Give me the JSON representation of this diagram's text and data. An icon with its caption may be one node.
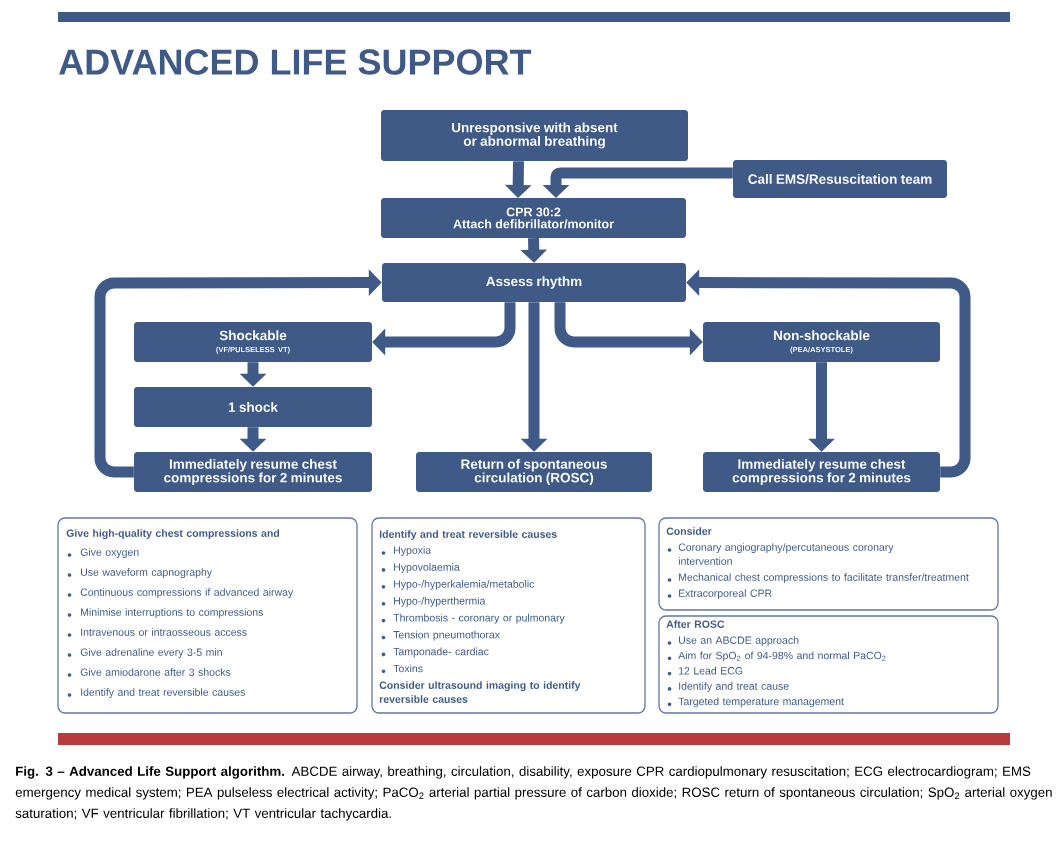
{
  "diagram": {
    "title": "ADVANCED LIFE SUPPORT",
    "caption": "**Fig. 3 – Advanced Life Support algorithm.** ABCDE airway, breathing, circulation, disability, exposure CPR cardiopulmonary resuscitation; ECG electrocardiogram; EMS emergency medical system; PEA pulseless electrical activity; PaCO$_{2}$ arterial partial pressure of carbon dioxide; ROSC return of spontaneous circulation; SpO$_{2}$ arterial oxygen saturation; VF ventricular fibrillation; VT ventricular tachycardia.",
    "nodes": [
      {
        "text": [
          "Unresponsive with absent or abnormal breathing"
        ]
      },
      {
        "text": [
          "Call EMS/Resuscitation team"
        ]
      },
      {
        "text": [
          "CPR 30:2",
          "Attach defibrillator/monitor"
        ]
      },
      {
        "text": [
          "Assess rhythm"
        ]
      },
      {
        "text": [
          "Shockable",
          "(VF/PULSELESS VT)"
        ]
      },
      {
        "text": [
          "1 shock"
        ]
      },
      {
        "text": [
          "Immediately resume chest compressions for 2 minutes"
        ]
      },
      {
        "text": [
          "Return of spontaneous circulation (ROSC)"
        ]
      },
      {
        "text": [
          "Non-shockable",
          "(PEA/ASYSTOLE)"
        ]
      },
      {
        "text": [
          "Immediately resume chest compressions for 2 minutes"
        ]
      },
      {
        "text": [
          "Give high-quality chest compressions and",
          "Give oxygen",
          "Use waveform capnography",
          "Continuous compressions if advanced airway",
          "Minimise interruptions to compressions",
          "Intravenous or intraosseous access",
          "Give adrenaline every 3-5 min",
          "Give amiodarone after 3 shocks",
          "Identify and treat reversible causes"
        ]
      },
      {
        "text": [
          "Identify and treat reversible causes",
          "Hypoxia",
          "Hypovolaemia",
          "Hypo-/hyperkalemia/metabolic",
          "Hypo-/hyperthermia",
          "Thrombosis - coronary or pulmonary",
          "Tension pneumothorax",
          "Tamponade- cardiac",
          "Toxins",
          "Consider ultrasound imaging to identify reversible causes"
        ]
      },
      {
        "text": [
          "Consider",
          "Coronary angiography/percutaneous coronary intervention",
          "Mechanical chest compressions to facilitate transfer/treatment",
          "Extracorporeal CPR"
        ]
      },
      {
        "text": [
          "After ROSC",
          "Use an ABCDE approach",
          "Aim for SpO$_{2}$ of 94-98% and normal PaCO$_{2}$",
          "12 Lead ECG",
          "Identify and treat cause",
          "Targeted temperature management"
        ]
      }
    ],
    "edges": [
      {
        "from": 0,
        "to": 2,
        "arrow": "to"
      },
      {
        "from": 1,
        "to": 2,
        "arrow": "to"
      },
      {
        "from": 2,
        "to": 3,
        "arrow": "to"
      },
      {
        "from": 3,
        "to": 4,
        "arrow": "to"
      },
      {
        "from": 3,
        "to": 7,
        "arrow": "to"
      },
      {
        "from": 3,
        "to": 8,
        "arrow": "to"
      },
      {
        "from": 4,
        "to": 5,
        "arrow": "to"
      },
      {
        "from": 5,
        "to": 6,
        "arrow": "to"
      },
      {
        "from": 6,
        "to": 3,
        "arrow": "to"
      },
      {
        "from": 8,
        "to": 9,
        "arrow": "to"
      },
      {
        "from": 9,
        "to": 3,
        "arrow": "to"
      }
    ]
  }
}
